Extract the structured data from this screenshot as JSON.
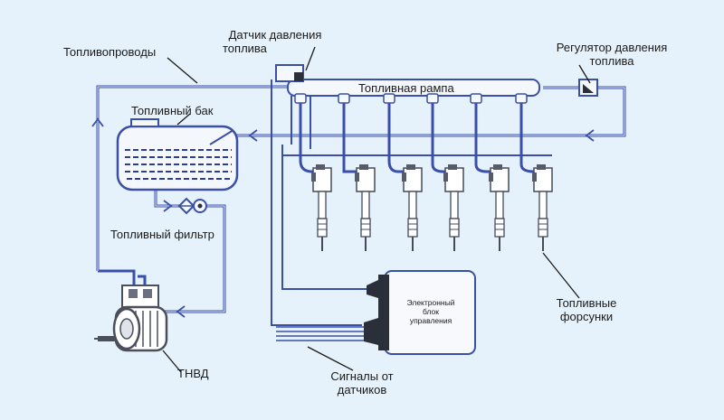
{
  "labels": {
    "fuel_lines": "Топливопроводы",
    "pressure_sensor_line1": "Датчик давления",
    "pressure_sensor_line2": "топлива",
    "pressure_regulator_line1": "Регулятор давления",
    "pressure_regulator_line2": "топлива",
    "fuel_rail": "Топливная рампа",
    "fuel_tank": "Топливный бак",
    "fuel_filter": "Топливный фильтр",
    "ecu_line1": "Электронный",
    "ecu_line2": "блок",
    "ecu_line3": "управления",
    "injectors_line1": "Топливные",
    "injectors_line2": "форсунки",
    "hp_pump": "ТНВД",
    "sensor_signals_line1": "Сигналы от",
    "sensor_signals_line2": "датчиков"
  },
  "colors": {
    "background": "#e6f2fb",
    "pipe": "#3a4fa8",
    "fuel": "#2b3f9a",
    "component": "#4a4f5c",
    "ecu_bar": "#2a2f3a",
    "label_line": "#1a1a1a"
  },
  "injector_count": 6
}
